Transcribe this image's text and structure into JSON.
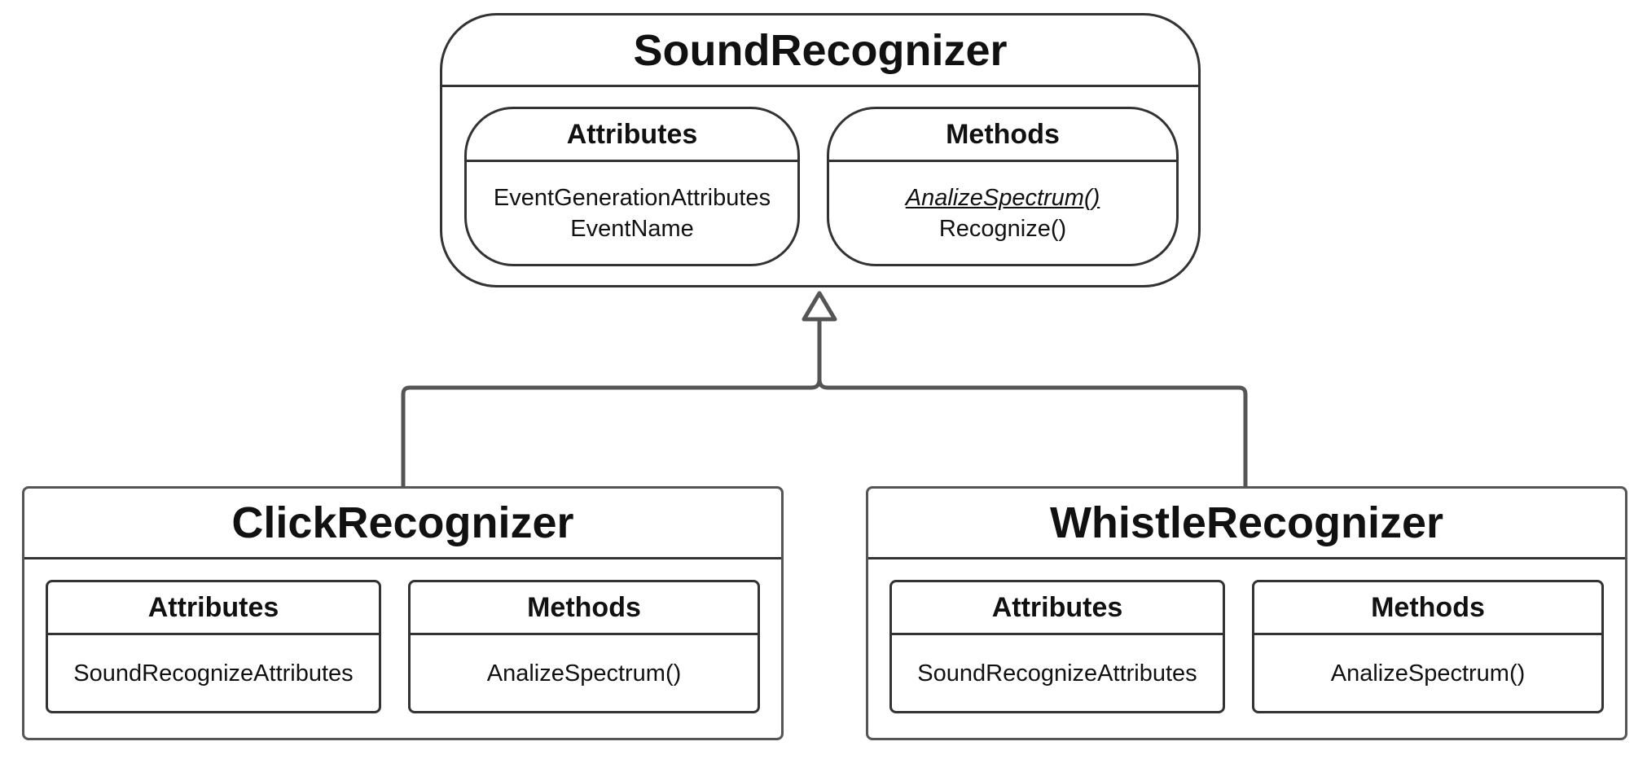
{
  "diagram": {
    "parent": {
      "name": "SoundRecognizer",
      "attributes": {
        "header": "Attributes",
        "items": [
          "EventGenerationAttributes",
          "EventName"
        ]
      },
      "methods": {
        "header": "Methods",
        "items": [
          "AnalizeSpectrum()",
          "Recognize()"
        ]
      }
    },
    "children": [
      {
        "name": "ClickRecognizer",
        "attributes": {
          "header": "Attributes",
          "items": [
            "SoundRecognizeAttributes"
          ]
        },
        "methods": {
          "header": "Methods",
          "items": [
            "AnalizeSpectrum()"
          ]
        }
      },
      {
        "name": "WhistleRecognizer",
        "attributes": {
          "header": "Attributes",
          "items": [
            "SoundRecognizeAttributes"
          ]
        },
        "methods": {
          "header": "Methods",
          "items": [
            "AnalizeSpectrum()"
          ]
        }
      }
    ],
    "colors": {
      "stroke": "#333333",
      "connector": "#555555",
      "background": "#ffffff"
    }
  }
}
